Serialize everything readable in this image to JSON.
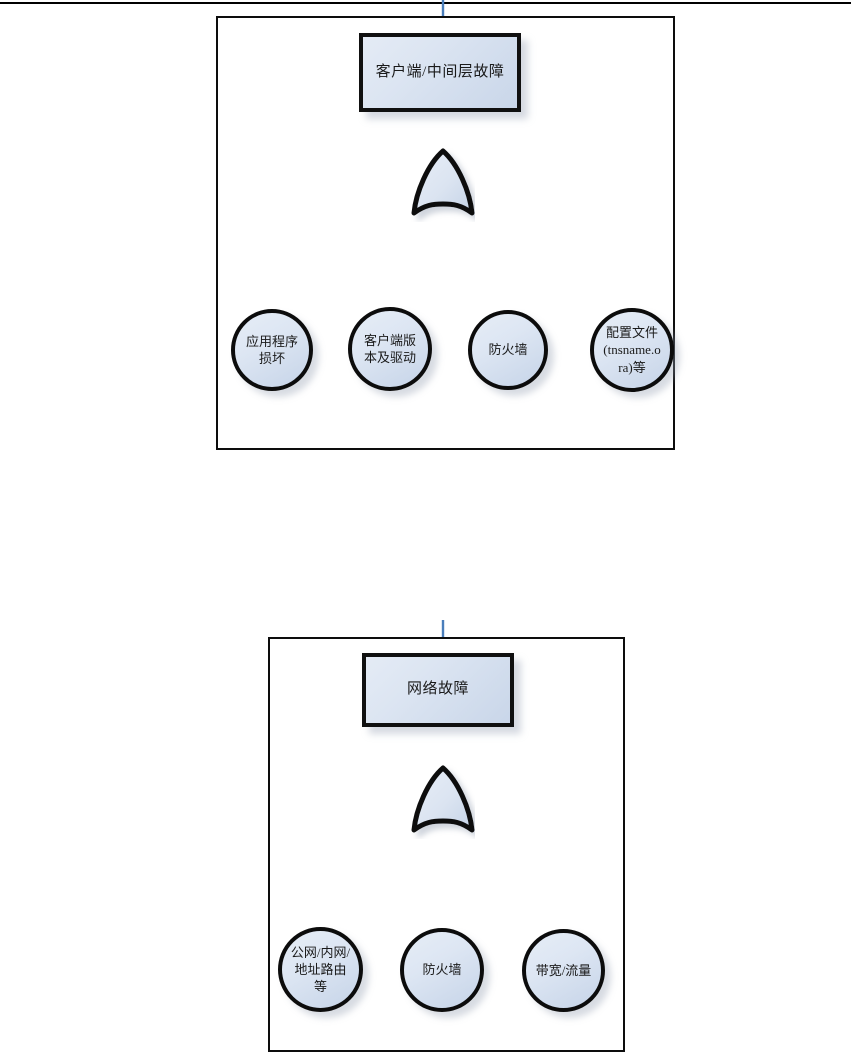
{
  "page": {
    "rule_present": true,
    "background": "#ffffff"
  },
  "style": {
    "connector_color": "#4a7ebb",
    "outline_color": "#0c0c0c",
    "fill_light": "#e6edf6",
    "fill_dark": "#c6d4e8",
    "shadow_color": "#96a0b4"
  },
  "diagrams": [
    {
      "id": "fault-tree-client",
      "top_event": "客户端/中间层故障",
      "gate": {
        "type": "OR",
        "name": "or-gate"
      },
      "basic_events": [
        "应用程序\n损坏",
        "客户端版\n本及驱动",
        "防火墙",
        "配置文件\n(tnsname.o\nra)等"
      ]
    },
    {
      "id": "fault-tree-network",
      "top_event": "网络故障",
      "gate": {
        "type": "OR",
        "name": "or-gate"
      },
      "basic_events": [
        "公网/内网/\n地址路由\n等",
        "防火墙",
        "带宽/流量"
      ]
    }
  ],
  "chart_data": {
    "type": "diagram",
    "subtype": "fault-tree",
    "title": "",
    "nodes": [
      {
        "diagram": 1,
        "level": "top",
        "label": "客户端/中间层故障",
        "shape": "rectangle"
      },
      {
        "diagram": 1,
        "level": "gate",
        "label": "OR",
        "shape": "or-gate"
      },
      {
        "diagram": 1,
        "level": "basic",
        "label": "应用程序损坏",
        "shape": "circle"
      },
      {
        "diagram": 1,
        "level": "basic",
        "label": "客户端版本及驱动",
        "shape": "circle"
      },
      {
        "diagram": 1,
        "level": "basic",
        "label": "防火墙",
        "shape": "circle"
      },
      {
        "diagram": 1,
        "level": "basic",
        "label": "配置文件(tnsname.ora)等",
        "shape": "circle"
      },
      {
        "diagram": 2,
        "level": "top",
        "label": "网络故障",
        "shape": "rectangle"
      },
      {
        "diagram": 2,
        "level": "gate",
        "label": "OR",
        "shape": "or-gate"
      },
      {
        "diagram": 2,
        "level": "basic",
        "label": "公网/内网/地址路由等",
        "shape": "circle"
      },
      {
        "diagram": 2,
        "level": "basic",
        "label": "防火墙",
        "shape": "circle"
      },
      {
        "diagram": 2,
        "level": "basic",
        "label": "带宽/流量",
        "shape": "circle"
      }
    ]
  }
}
